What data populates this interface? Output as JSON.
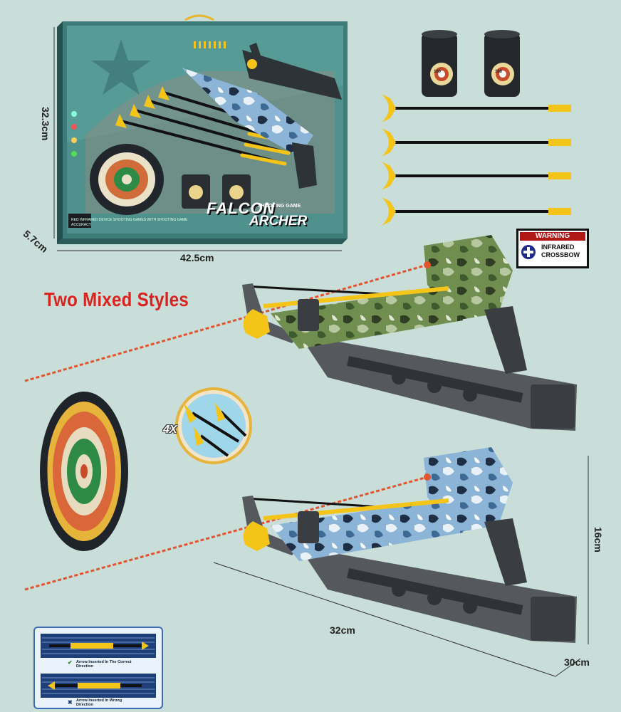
{
  "headline": "Two Mixed Styles",
  "box": {
    "brand_line1": "FALCON",
    "brand_line2": "ARCHER",
    "brand_small": "SHOOTING GAME",
    "note": "RED INFRARED DEVICE SHOOTING GAMES WITH SHOOTING GAME ACCURACY"
  },
  "dimensions": {
    "box_height": "32.3cm",
    "box_depth": "5.7cm",
    "box_width": "42.5cm",
    "crossbow_length": "32cm",
    "crossbow_height": "16cm",
    "crossbow_width": "30cm"
  },
  "warning_label": {
    "title": "WARNING",
    "text_line1": "INFRARED",
    "text_line2": "CROSSBOW"
  },
  "arrow_count": "4X",
  "cup_target_label": "100",
  "inset": {
    "correct_caption": "Arrow Inserted In The Correct Direction",
    "wrong_caption": "Arrow Inserted In Wrong Direction"
  },
  "colors": {
    "background": "#c9ddd9",
    "headline": "#d8231f",
    "arrow_tip": "#f4c419",
    "crossbow_body": "#55595e",
    "laser": "#e2542e"
  },
  "icons": {
    "warning": "crosshair-icon",
    "correct": "check-icon",
    "wrong": "cross-icon"
  }
}
